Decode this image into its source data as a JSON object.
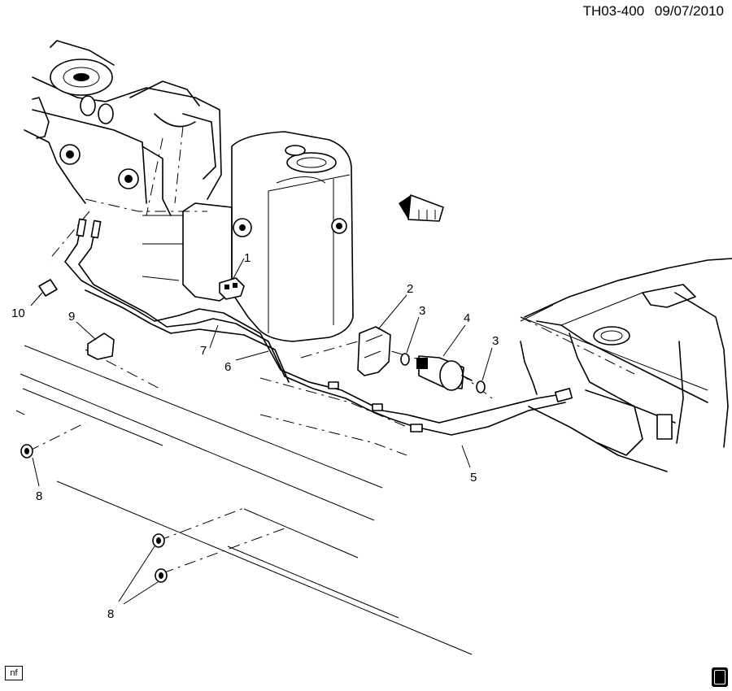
{
  "header": {
    "diagram_code": "TH03-400",
    "date": "09/07/2010"
  },
  "callouts": {
    "c1": "1",
    "c2": "2",
    "c3a": "3",
    "c3b": "3",
    "c4": "4",
    "c5": "5",
    "c6": "6",
    "c7": "7",
    "c8a": "8",
    "c8b": "8",
    "c9": "9",
    "c10": "10"
  },
  "footer": {
    "nf_label": "nf"
  }
}
